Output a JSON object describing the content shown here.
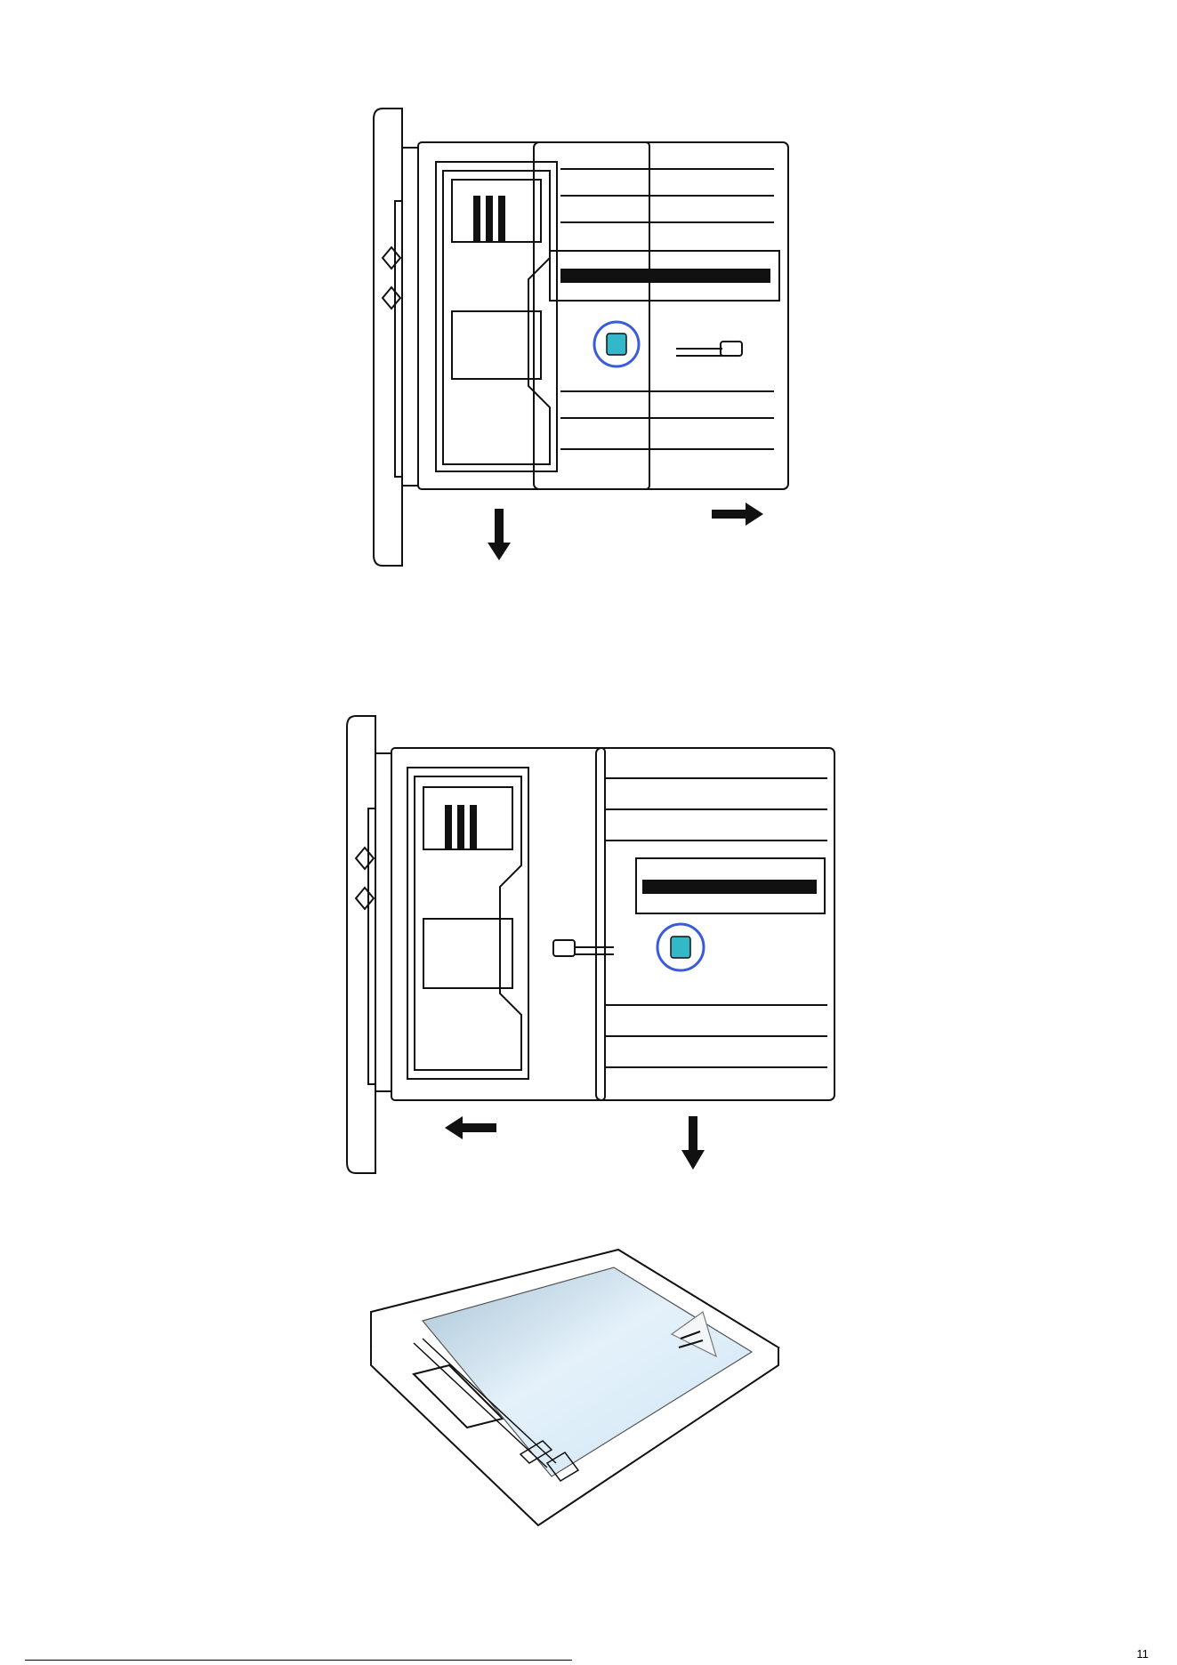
{
  "page": {
    "page_number": "11"
  },
  "figures": [
    {
      "id": "tray-extend-diagram",
      "arrows": [
        "down",
        "right"
      ],
      "highlight_color": "#3a5bdc",
      "lock_color": "#33b8c9"
    },
    {
      "id": "tray-retract-diagram",
      "arrows": [
        "left",
        "down"
      ],
      "highlight_color": "#3a5bdc",
      "lock_color": "#33b8c9"
    },
    {
      "id": "tray-with-paper-illustration",
      "paper_color": "#cfe6f5"
    }
  ]
}
